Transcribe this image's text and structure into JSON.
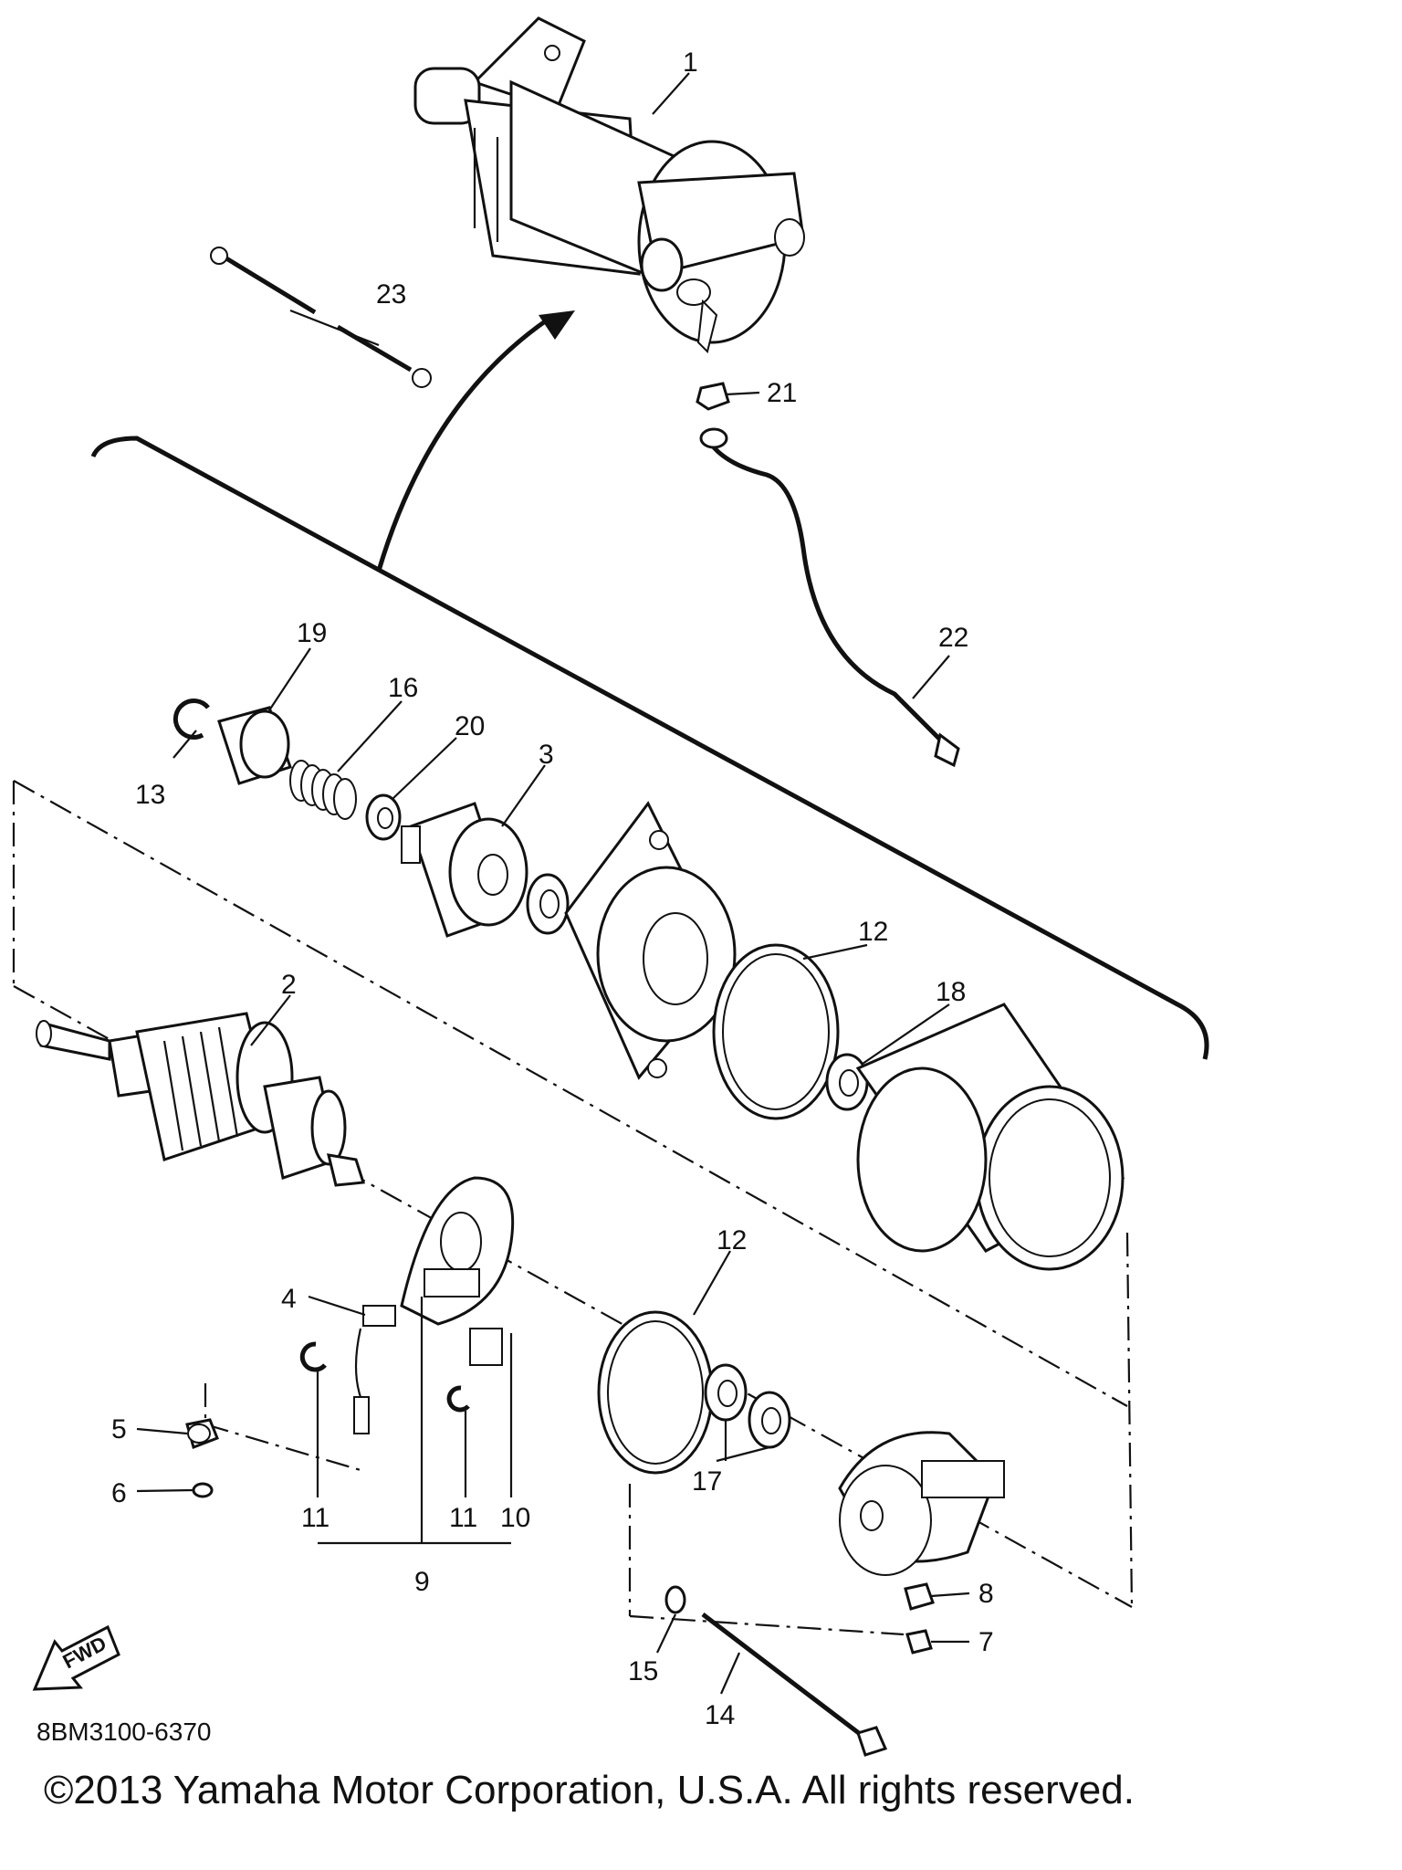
{
  "callouts": {
    "c1": "1",
    "c2": "2",
    "c3": "3",
    "c4": "4",
    "c5": "5",
    "c6": "6",
    "c7": "7",
    "c8": "8",
    "c9": "9",
    "c10": "10",
    "c11a": "11",
    "c11b": "11",
    "c12a": "12",
    "c12b": "12",
    "c13": "13",
    "c14": "14",
    "c15": "15",
    "c16": "16",
    "c17": "17",
    "c18": "18",
    "c19": "19",
    "c20": "20",
    "c21": "21",
    "c22": "22",
    "c23": "23"
  },
  "fwd_label": "FWD",
  "ref_code": "8BM3100-6370",
  "copyright": "©2013 Yamaha Motor Corporation, U.S.A. All rights reserved."
}
